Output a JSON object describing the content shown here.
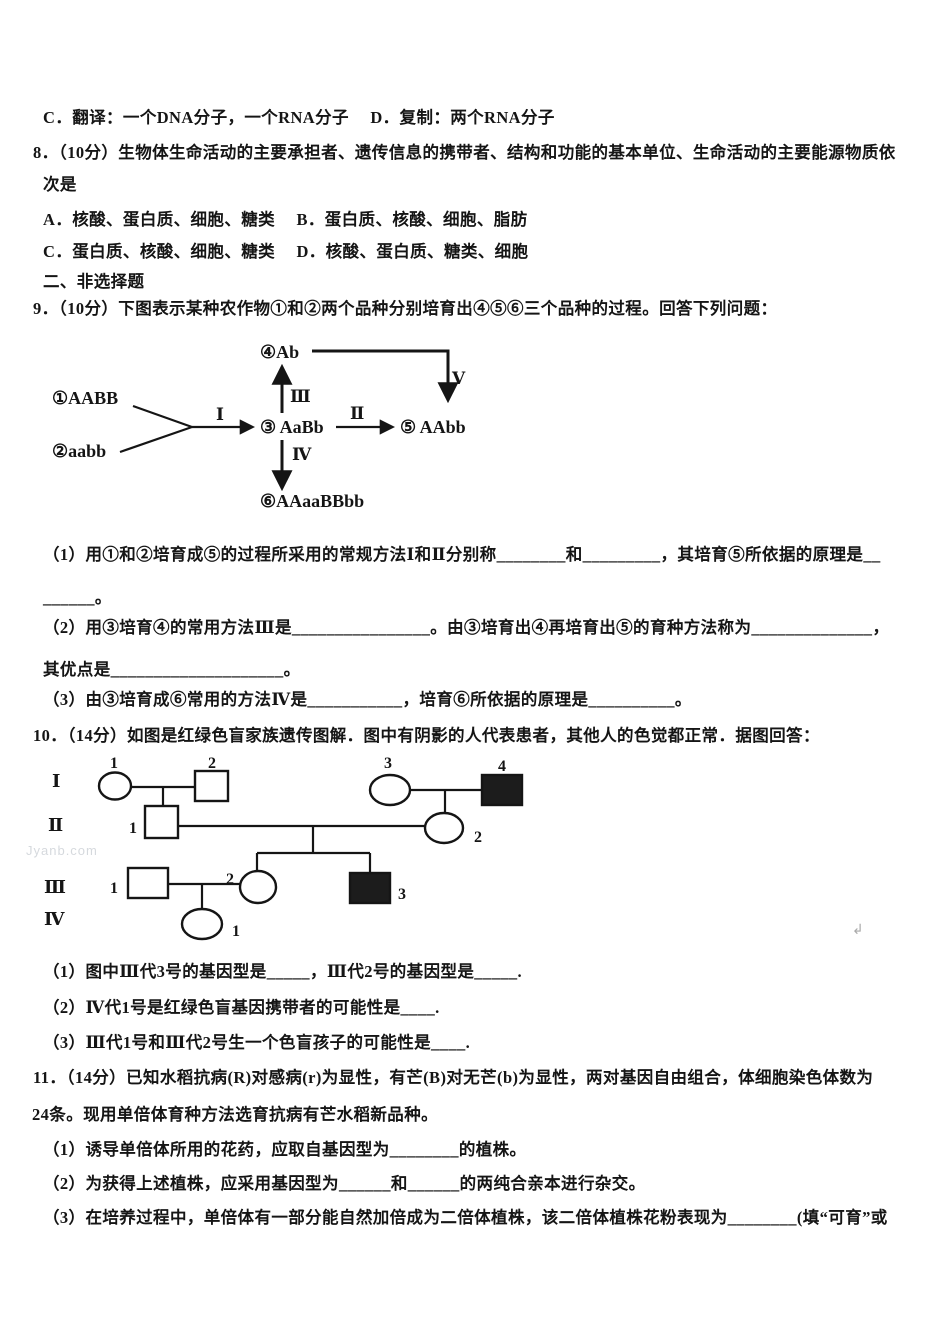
{
  "doc": {
    "lines": [
      {
        "text": "C．翻译：一个DNA分子，一个RNA分子　 D．复制：两个RNA分子"
      },
      {
        "text": "8．（10分）生物体生命活动的主要承担者、遗传信息的携带者、结构和功能的基本单位、生命活动的主要能源物质依"
      },
      {
        "text": "次是"
      },
      {
        "text": "A．核酸、蛋白质、细胞、糖类　 B．蛋白质、核酸、细胞、脂肪"
      },
      {
        "text": "C．蛋白质、核酸、细胞、糖类　 D．核酸、蛋白质、糖类、细胞"
      },
      {
        "text": "二、非选择题"
      },
      {
        "text": "9．（10分）下图表示某种农作物①和②两个品种分别培育出④⑤⑥三个品种的过程。回答下列问题："
      },
      {
        "text": "（1）用①和②培育成⑤的过程所采用的常规方法Ⅰ和Ⅱ分别称________和_________，其培育⑤所依据的原理是__"
      },
      {
        "text": "______。"
      },
      {
        "text": "（2）用③培育④的常用方法Ⅲ是________________。由③培育出④再培育出⑤的育种方法称为______________，"
      },
      {
        "text": "其优点是____________________。"
      },
      {
        "text": "（3）由③培育成⑥常用的方法Ⅳ是___________，培育⑥所依据的原理是__________。"
      },
      {
        "text": "10．（14分）如图是红绿色盲家族遗传图解．图中有阴影的人代表患者，其他人的色觉都正常．据图回答："
      },
      {
        "text": "（1）图中Ⅲ代3号的基因型是_____，Ⅲ代2号的基因型是_____."
      },
      {
        "text": "（2）Ⅳ代1号是红绿色盲基因携带者的可能性是____."
      },
      {
        "text": "（3）Ⅲ代1号和Ⅲ代2号生一个色盲孩子的可能性是____."
      },
      {
        "text": "11．（14分）已知水稻抗病(R)对感病(r)为显性，有芒(B)对无芒(b)为显性，两对基因自由组合，体细胞染色体数为"
      },
      {
        "text": "24条。现用单倍体育种方法选育抗病有芒水稻新品种。"
      },
      {
        "text": "（1）诱导单倍体所用的花药，应取自基因型为________的植株。"
      },
      {
        "text": "（2）为获得上述植株，应采用基因型为______和______的两纯合亲本进行杂交。"
      },
      {
        "text": "（3）在培养过程中，单倍体有一部分能自然加倍成为二倍体植株，该二倍体植株花粉表现为________(填“可育”或"
      }
    ]
  },
  "breeding": {
    "node1": "①AABB",
    "node2": "②aabb",
    "node3": "③ AaBb",
    "node4": "④Ab",
    "node5": "⑤ AAbb",
    "node6": "⑥AAaaBBbb",
    "step1": "Ⅰ",
    "step2": "Ⅱ",
    "step3": "Ⅲ",
    "step4": "Ⅳ",
    "step5": "Ⅴ"
  },
  "pedigree": {
    "generations": {
      "g1": "Ⅰ",
      "g2": "Ⅱ",
      "g3": "Ⅲ",
      "g4": "Ⅳ"
    },
    "members": {
      "i1": "1",
      "i2": "2",
      "i3": "3",
      "i4": "4",
      "ii1": "1",
      "ii2": "2",
      "iii1": "1",
      "iii2": "2",
      "iii3": "3",
      "iv1": "1"
    }
  },
  "watermark": "Jyanb.com",
  "artifact": "↲",
  "ink_color": "#151515"
}
